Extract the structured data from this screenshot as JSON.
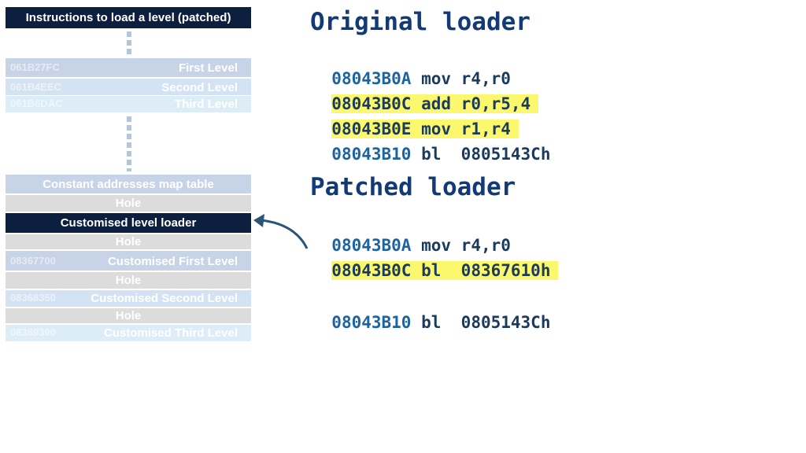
{
  "left_panel": {
    "header": "Instructions to load a level (patched)",
    "upper_rows": [
      {
        "addr": "061B27FC",
        "label": "First Level",
        "bg": "#c7d3e6"
      },
      {
        "addr": "061B4EEC",
        "label": "Second Level",
        "bg": "#d4e3f3"
      },
      {
        "addr": "061B6DAC",
        "label": "Third Level",
        "bg": "#dcedf8"
      }
    ],
    "lower_rows": [
      {
        "addr": "",
        "label": "Constant addresses map table",
        "bg": "#c7d3e6",
        "style": "center"
      },
      {
        "addr": "",
        "label": "Hole",
        "bg": "#dcdcdc",
        "style": "center"
      },
      {
        "addr": "",
        "label": "Customised level loader",
        "bg": "#0d1f3f",
        "style": "center"
      },
      {
        "addr": "",
        "label": "Hole",
        "bg": "#dcdcdc",
        "style": "center"
      },
      {
        "addr": "08367700",
        "label": "Customised First Level",
        "bg": "#c7d3e6",
        "style": "right"
      },
      {
        "addr": "",
        "label": "Hole",
        "bg": "#dcdcdc",
        "style": "center"
      },
      {
        "addr": "08368350",
        "label": "Customised Second Level",
        "bg": "#d4e3f3",
        "style": "right"
      },
      {
        "addr": "",
        "label": "Hole",
        "bg": "#dcdcdc",
        "style": "center"
      },
      {
        "addr": "08369390",
        "label": "Customised Third Level",
        "bg": "#dcedf8",
        "style": "right"
      }
    ]
  },
  "original": {
    "title": "Original loader",
    "lines": [
      {
        "addr": "08043B0A",
        "op": "mov r4,r0",
        "highlight": false
      },
      {
        "addr": "08043B0C",
        "op": "add r0,r5,4",
        "highlight": true
      },
      {
        "addr": "08043B0E",
        "op": "mov r1,r4",
        "highlight": true
      },
      {
        "addr": "08043B10",
        "op": "bl  0805143Ch",
        "highlight": false
      }
    ]
  },
  "patched": {
    "title": "Patched loader",
    "lines": [
      {
        "addr": "08043B0A",
        "op": "mov r4,r0",
        "highlight": false
      },
      {
        "addr": "08043B0C",
        "op": "bl  08367610h",
        "highlight": true
      },
      {
        "addr": "08043B10",
        "op": "bl  0805143Ch",
        "highlight": false
      }
    ]
  },
  "colors": {
    "navy": "#0d1f3f",
    "highlight": "#fbf86e",
    "address": "#1c63a0",
    "opcode": "#1c3a5e",
    "arrow": "#2a5578"
  }
}
